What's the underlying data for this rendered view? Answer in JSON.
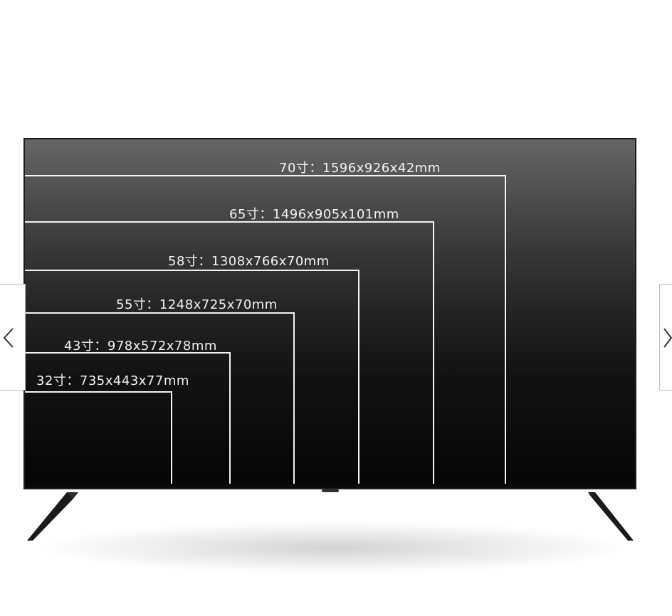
{
  "product_image": {
    "sizes": [
      {
        "label": "70寸：1596x926x42mm"
      },
      {
        "label": "65寸：1496x905x101mm"
      },
      {
        "label": "58寸：1308x766x70mm"
      },
      {
        "label": "55寸：1248x725x70mm"
      },
      {
        "label": "43寸：978x572x78mm"
      },
      {
        "label": "32寸：735x443x77mm"
      }
    ]
  },
  "carousel": {
    "prev_icon": "chevron-left-icon",
    "next_icon": "chevron-right-icon"
  },
  "colors": {
    "screen_top": "#666666",
    "screen_bottom": "#050505",
    "guide_line": "#f2f2f2",
    "label_text": "#f1f1f1"
  }
}
